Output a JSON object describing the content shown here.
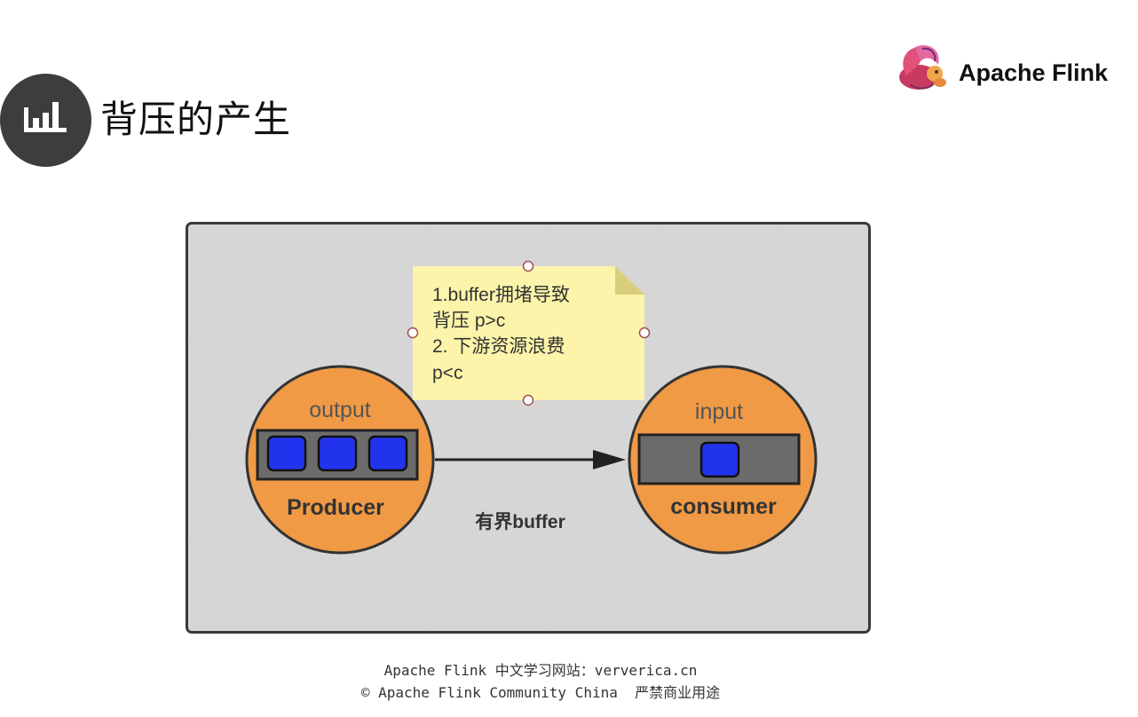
{
  "slide": {
    "title": "背压的产生",
    "brand": "Apache Flink"
  },
  "diagram": {
    "note_lines": [
      "1.buffer拥堵导致",
      "背压 p>c",
      "2. 下游资源浪费",
      "p<c"
    ],
    "producer": {
      "top_label": "output",
      "bottom_label": "Producer",
      "buffer_items": 3
    },
    "consumer": {
      "top_label": "input",
      "bottom_label": "consumer",
      "buffer_items": 1
    },
    "arrow_label": "有界buffer",
    "colors": {
      "node_fill": "#f09a45",
      "buffer_fill": "#6b6b6b",
      "item_fill": "#2233ee",
      "note_fill": "#fbf4aa",
      "frame_fill": "#d6d6d6"
    }
  },
  "footer": {
    "line1": "Apache Flink 中文学习网站：ververica.cn",
    "line2": "© Apache Flink Community China  严禁商业用途"
  }
}
